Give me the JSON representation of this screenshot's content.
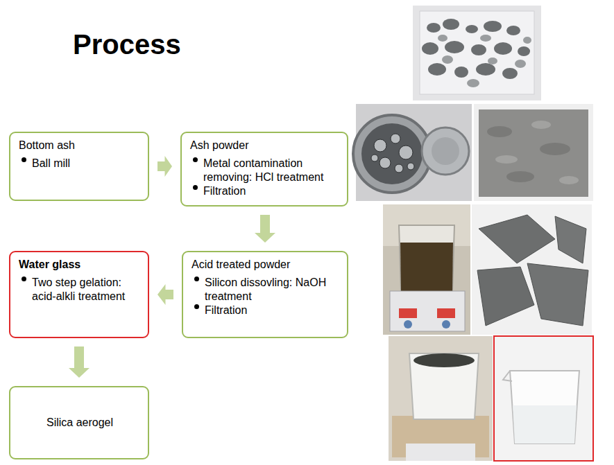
{
  "diagram": {
    "title": "Process",
    "nodes": [
      {
        "text": [
          "Bottom ash",
          "Ball mill"
        ]
      },
      {
        "text": [
          "Ash powder",
          "Metal contamination removing: HCl treatment",
          "Filtration"
        ]
      },
      {
        "text": [
          "Acid treated powder",
          "Silicon dissovling: NaOH treatment",
          "Filtration"
        ]
      },
      {
        "text": [
          "Water glass",
          "Two step gelation: acid-alkli treatment"
        ]
      },
      {
        "text": [
          "Silica aerogel"
        ]
      }
    ],
    "edges": [
      {
        "from": 0,
        "to": 1,
        "arrow": "to"
      },
      {
        "from": 1,
        "to": 2,
        "arrow": "to"
      },
      {
        "from": 2,
        "to": 3,
        "arrow": "to"
      },
      {
        "from": 3,
        "to": 4,
        "arrow": "to"
      }
    ]
  }
}
